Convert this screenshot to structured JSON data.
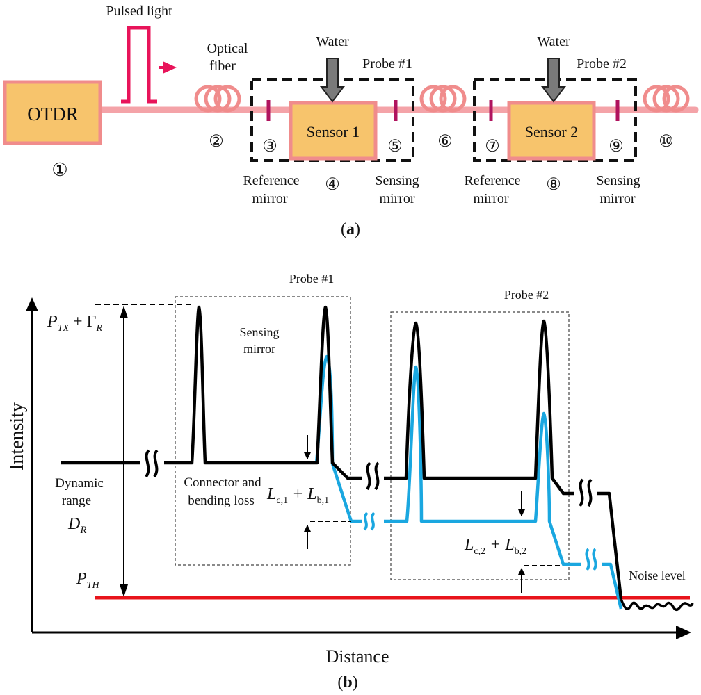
{
  "part_a": {
    "caption_letter": "a",
    "pulse_label": "Pulsed light",
    "fiber_label_line1": "Optical",
    "fiber_label_line2": "fiber",
    "otdr_label": "OTDR",
    "water_label": "Water",
    "probe1_label": "Probe #1",
    "probe2_label": "Probe #2",
    "sensor1_label": "Sensor 1",
    "sensor2_label": "Sensor 2",
    "ref_mirror_line1": "Reference",
    "ref_mirror_line2": "mirror",
    "sens_mirror_line1": "Sensing",
    "sens_mirror_line2": "mirror",
    "markers": [
      "①",
      "②",
      "③",
      "④",
      "⑤",
      "⑥",
      "⑦",
      "⑧",
      "⑨",
      "⑩"
    ]
  },
  "part_b": {
    "caption_letter": "b",
    "x_axis_label": "Distance",
    "y_axis_label": "Intensity",
    "probe1_label": "Probe #1",
    "probe2_label": "Probe #2",
    "sensing_mirror_line1": "Sensing",
    "sensing_mirror_line2": "mirror",
    "connector_line1": "Connector and",
    "connector_line2": "bending loss",
    "dynamic_line1": "Dynamic",
    "dynamic_line2": "range",
    "dr_main": "D",
    "dr_sub": "R",
    "ptx_main": "P",
    "ptx_sub": "TX",
    "ptx_plus": " + Γ",
    "ptx_gamma_sub": "R",
    "pth_main": "P",
    "pth_sub": "TH",
    "loss1": {
      "l": "L",
      "c_sub": "c,1",
      "plus": " + L",
      "b_sub": "b,1"
    },
    "loss2": {
      "l": "L",
      "c_sub": "c,2",
      "plus": " + L",
      "b_sub": "b,2"
    },
    "noise_label": "Noise level",
    "colors": {
      "black_trace": "#000000",
      "blue_trace": "#1aa7e0",
      "threshold": "#e8141b",
      "fiber": "#f4a3a8",
      "sensor_fill": "#f7c46c",
      "pulse": "#e8145a",
      "mirror": "#b0135e",
      "water_arrow": "#7a7a7a"
    }
  }
}
